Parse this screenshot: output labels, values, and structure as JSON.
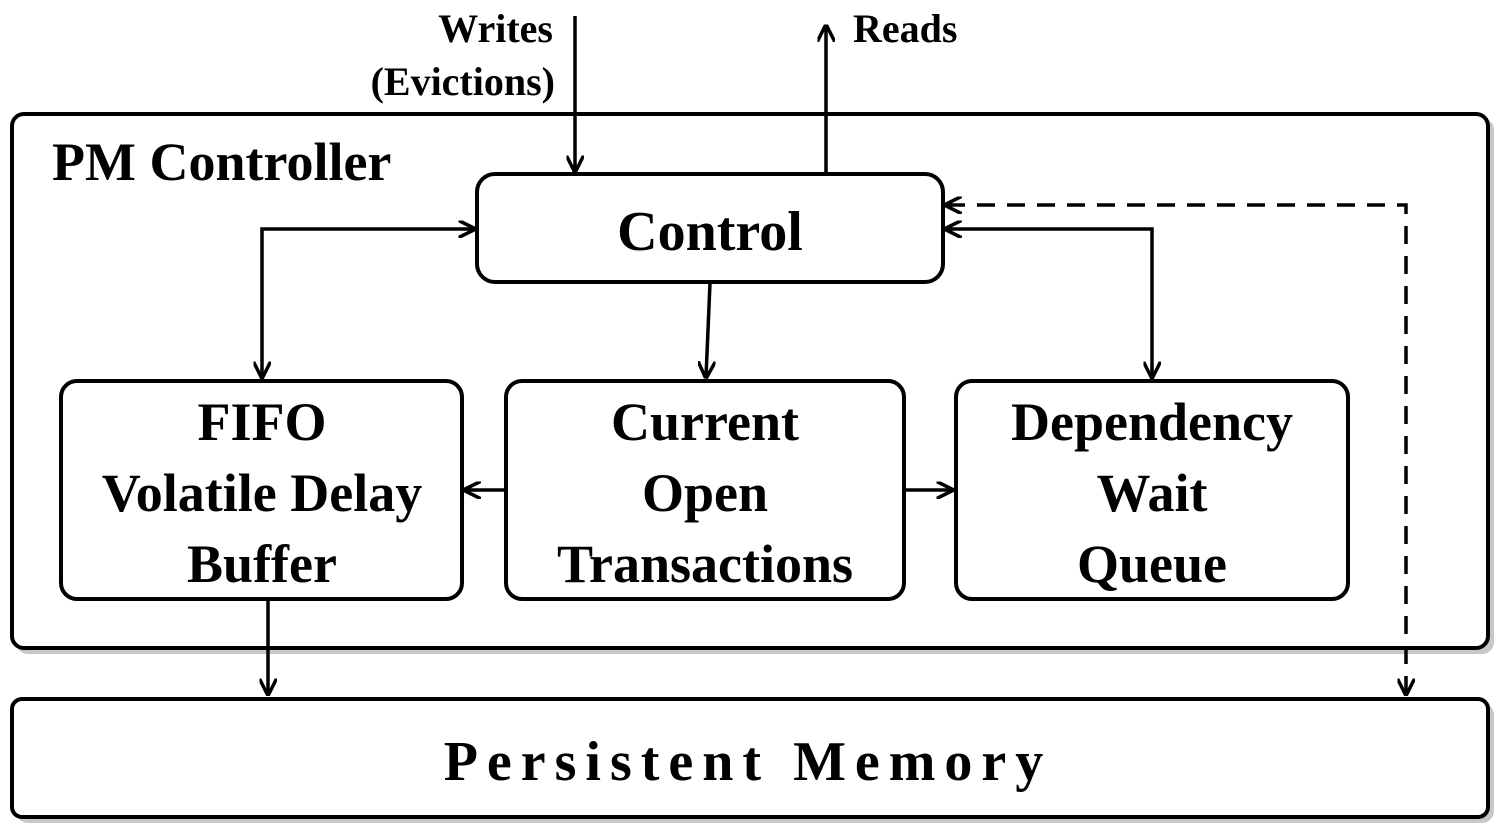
{
  "labels": {
    "writes_line1": "Writes",
    "writes_line2": "(Evictions)",
    "reads": "Reads",
    "controller_title": "PM Controller",
    "control": "Control",
    "fifo": [
      "FIFO",
      "Volatile Delay",
      "Buffer"
    ],
    "cot": [
      "Current",
      "Open",
      "Transactions"
    ],
    "dwq": [
      "Dependency",
      "Wait",
      "Queue"
    ],
    "memory": "Persistent Memory"
  },
  "colors": {
    "stroke": "#000000",
    "fill": "#ffffff",
    "shadow": "#9a9a9a"
  }
}
